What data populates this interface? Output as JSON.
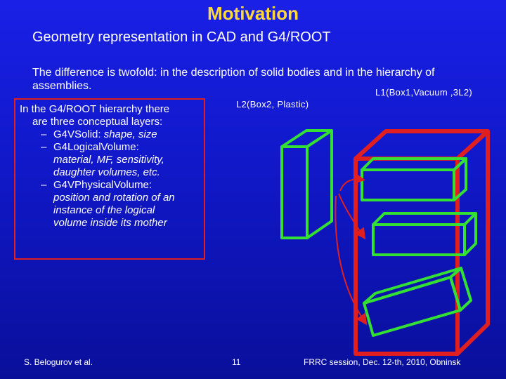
{
  "slide": {
    "title": "Motivation",
    "subtitle": "Geometry representation in CAD and G4/ROOT",
    "intro": "The difference is twofold: in the description of solid bodies and in the hierarchy of assemblies.",
    "label_l1": "L1(Box1,Vacuum ,3L2)",
    "label_l2": "L2(Box2, Plastic)",
    "layers": {
      "head_line1": "In the G4/ROOT hierarchy there",
      "head_line2": "are three conceptual layers:",
      "items": [
        {
          "dash": "–",
          "name": "G4VSolid:",
          "desc_lines": [
            "shape, size"
          ]
        },
        {
          "dash": "–",
          "name": "G4LogicalVolume:",
          "desc_lines": [
            "material, MF, sensitivity,",
            "daughter volumes, etc."
          ]
        },
        {
          "dash": "–",
          "name": "G4VPhysicalVolume:",
          "desc_lines": [
            "position and rotation of an",
            "instance of the logical",
            "volume inside its mother"
          ]
        }
      ]
    },
    "footer": {
      "author": "S. Belogurov et al.",
      "page": "11",
      "event": "FRRC session, Dec. 12-th, 2010, Obninsk"
    },
    "colors": {
      "background": "#1218d0",
      "title": "#ffd83a",
      "box_outline": "#e02020",
      "daughter_box": "#33e033",
      "arrow": "#e02020"
    }
  }
}
